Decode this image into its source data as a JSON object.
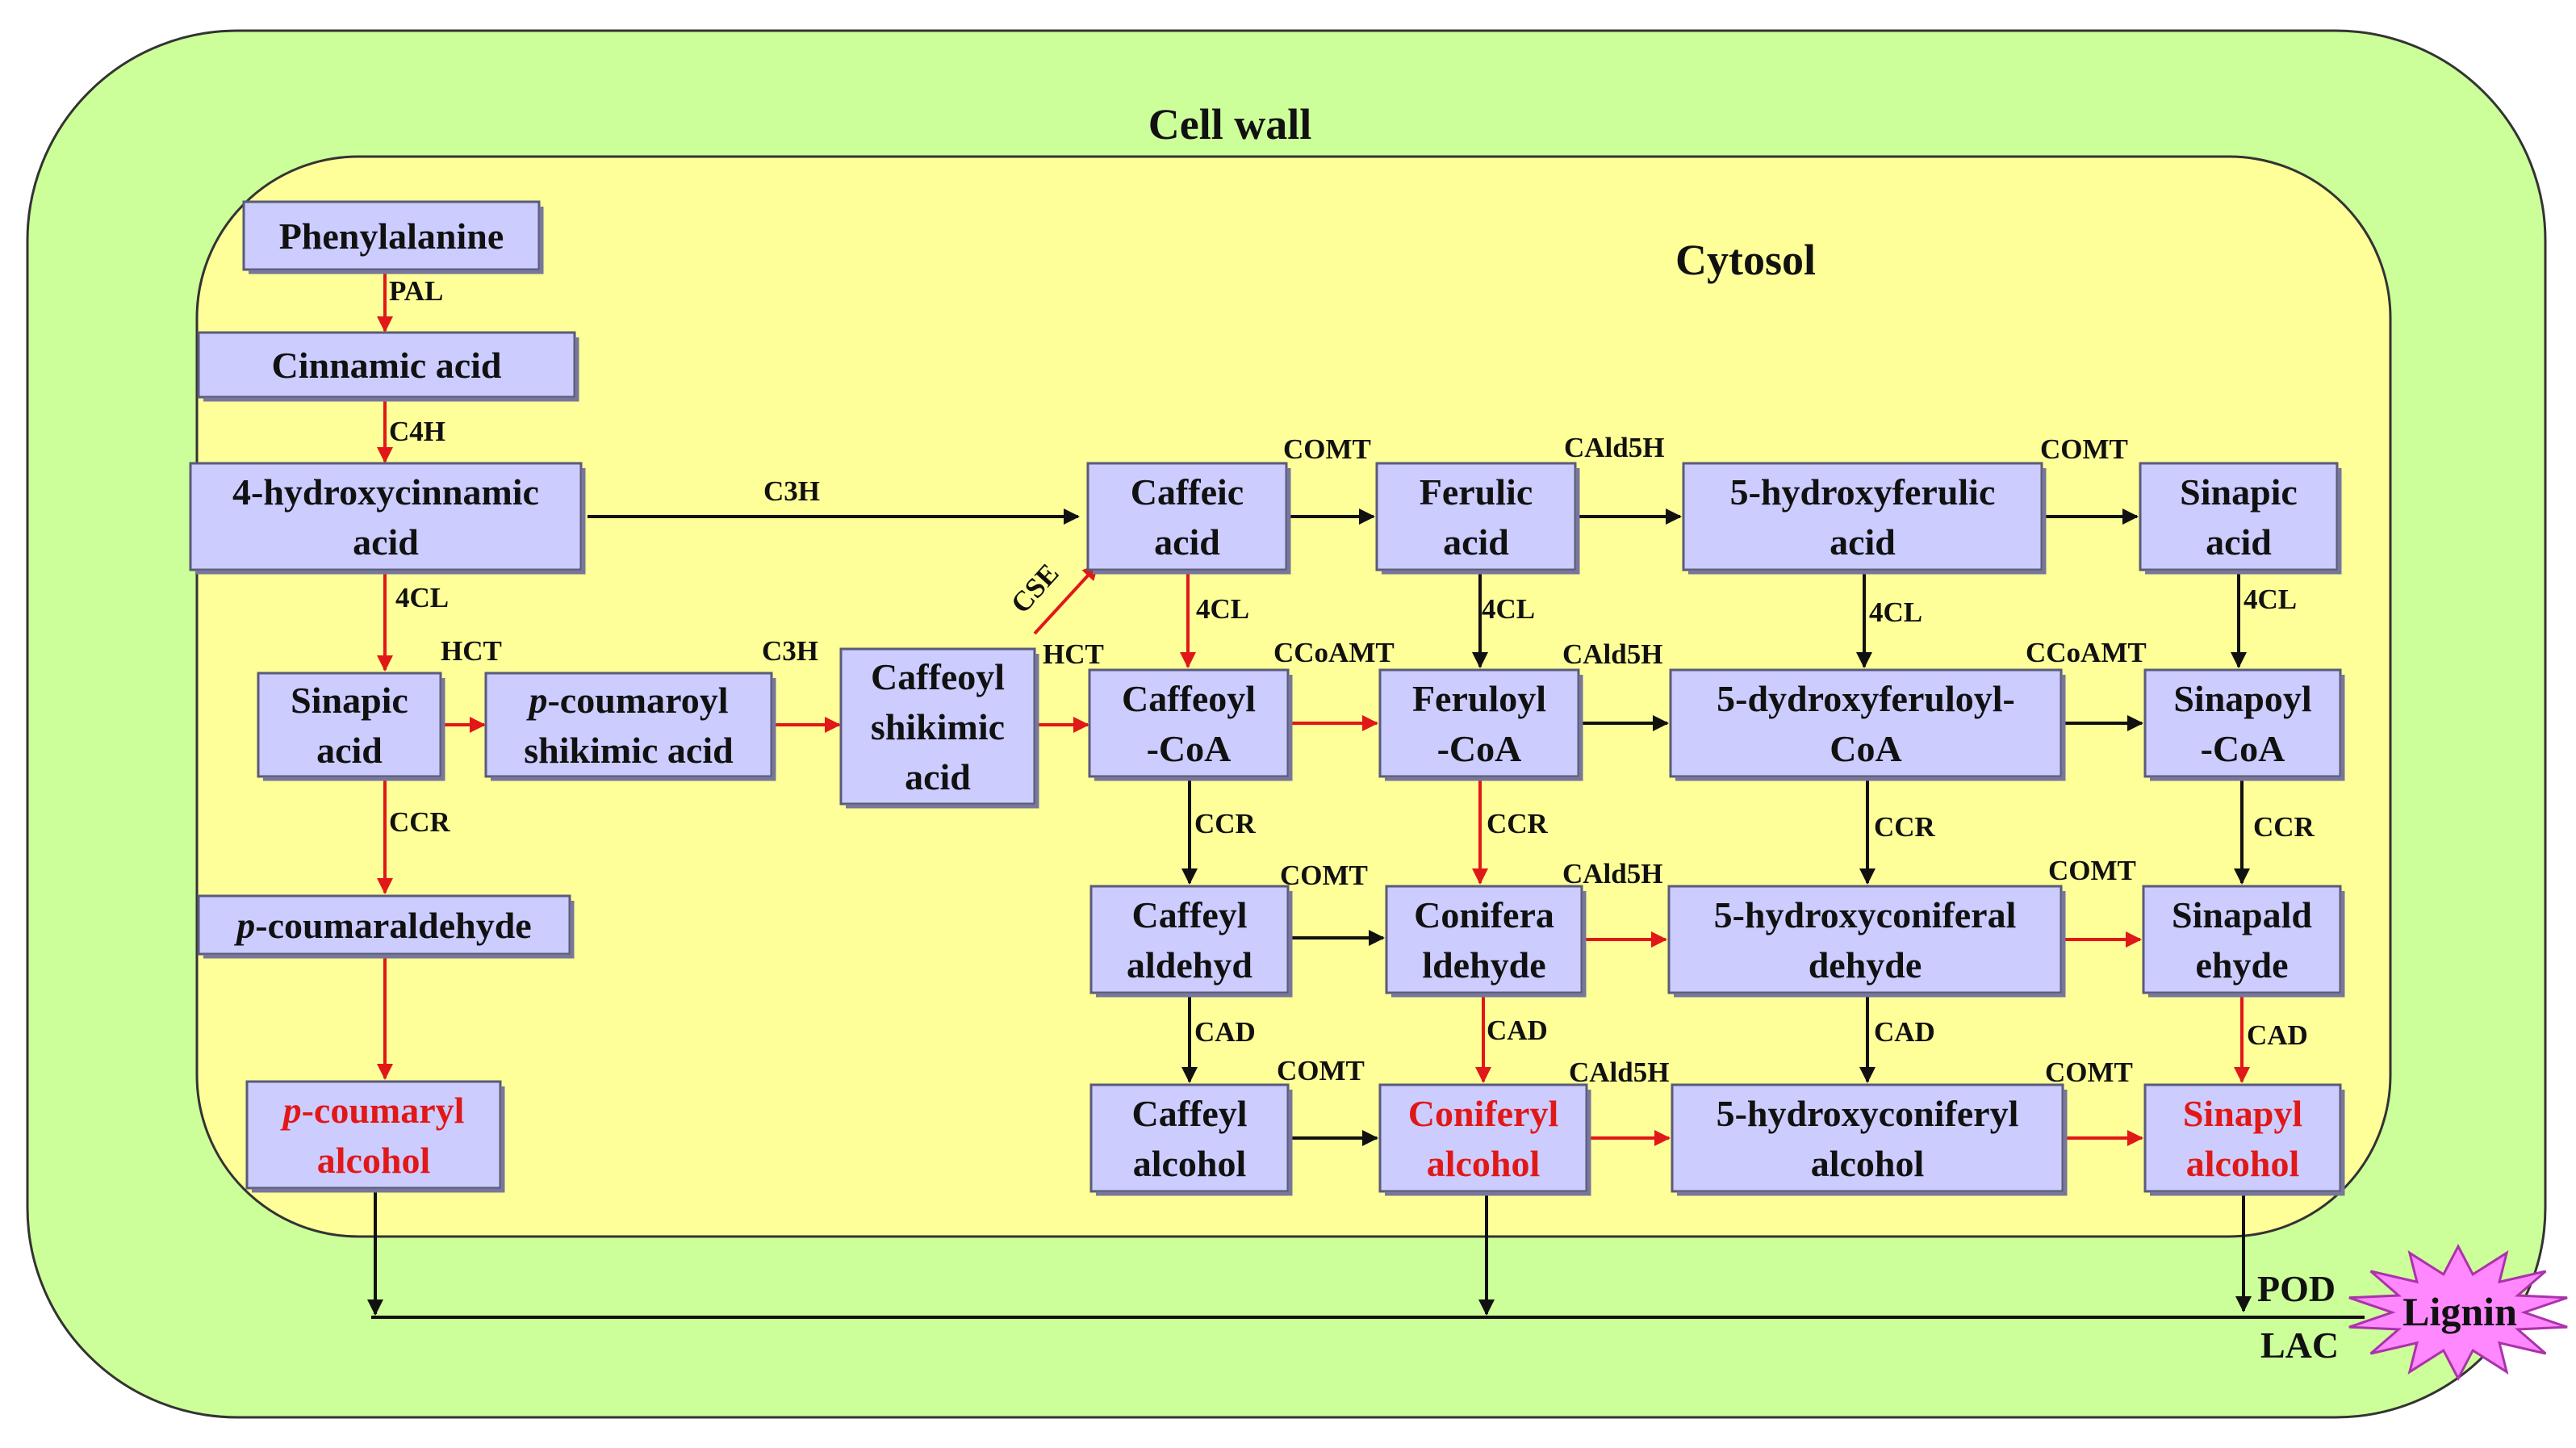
{
  "regions": {
    "cell_wall": "Cell wall",
    "cytosol": "Cytosol"
  },
  "colors": {
    "cell_wall_fill": "#ccff99",
    "cytosol_fill": "#ffff99",
    "box_fill": "#ccccff",
    "red_arrow": "#e01818",
    "black_arrow": "#111111",
    "lignin_fill": "#ff88ff"
  },
  "nodes": {
    "phenylalanine": [
      "Phenylalanine"
    ],
    "cinnamic_acid": [
      "Cinnamic acid"
    ],
    "hydroxycinnamic_acid": [
      "4-hydroxycinnamic",
      "acid"
    ],
    "sinapic_acid_left": [
      "Sinapic",
      "acid"
    ],
    "p_coumaroyl_shikimic_acid": [
      "p-coumaroyl",
      "shikimic acid"
    ],
    "caffeoyl_shikimic_acid": [
      "Caffeoyl",
      "shikimic",
      "acid"
    ],
    "p_coumaraldehyde": [
      "p-coumaraldehyde"
    ],
    "p_coumaryl_alcohol": [
      "p-coumaryl",
      "alcohol"
    ],
    "caffeic_acid": [
      "Caffeic",
      "acid"
    ],
    "ferulic_acid": [
      "Ferulic",
      "acid"
    ],
    "hydroxyferulic_acid": [
      "5-hydroxyferulic",
      "acid"
    ],
    "sinapic_acid_right": [
      "Sinapic",
      "acid"
    ],
    "caffeoyl_coa": [
      "Caffeoyl",
      "-CoA"
    ],
    "feruloyl_coa": [
      "Feruloyl",
      "-CoA"
    ],
    "dydroxyferuloyl_coa": [
      "5-dydroxyferuloyl-",
      "CoA"
    ],
    "sinapoyl_coa": [
      "Sinapoyl",
      "-CoA"
    ],
    "caffeyl_aldehyd": [
      "Caffeyl",
      "aldehyd"
    ],
    "coniferaldehyde": [
      "Conifera",
      "ldehyde"
    ],
    "hydroxyconiferaldehyde": [
      "5-hydroxyconiferal",
      "dehyde"
    ],
    "sinapaldehyde": [
      "Sinapald",
      "ehyde"
    ],
    "caffeyl_alcohol": [
      "Caffeyl",
      "alcohol"
    ],
    "coniferyl_alcohol": [
      "Coniferyl",
      "alcohol"
    ],
    "hydroxyconiferyl_alcohol": [
      "5-hydroxyconiferyl",
      "alcohol"
    ],
    "sinapyl_alcohol": [
      "Sinapyl",
      "alcohol"
    ]
  },
  "enzymes": {
    "pal": "PAL",
    "c4h": "C4H",
    "c3h_top": "C3H",
    "cl_left": "4CL",
    "hct_left": "HCT",
    "c3h_mid": "C3H",
    "hct_mid": "HCT",
    "cse": "CSE",
    "ccr_left": "CCR",
    "comt_1": "COMT",
    "cald5h_1": "CAld5H",
    "comt_2": "COMT",
    "cl_caffeic": "4CL",
    "cl_ferulic": "4CL",
    "cl_hydroxyferulic": "4CL",
    "cl_sinapic": "4CL",
    "ccoamt_1": "CCoAMT",
    "cald5h_2": "CAld5H",
    "ccoamt_2": "CCoAMT",
    "ccr_caffeoyl": "CCR",
    "ccr_feruloyl": "CCR",
    "ccr_hydroxyferuloyl": "CCR",
    "ccr_sinapoyl": "CCR",
    "comt_3": "COMT",
    "cald5h_3": "CAld5H",
    "comt_4": "COMT",
    "cad_caffeyl": "CAD",
    "cad_conifer": "CAD",
    "cad_hydroxyconifer": "CAD",
    "cad_sinap": "CAD",
    "comt_5": "COMT",
    "cald5h_4": "CAld5H",
    "comt_6": "COMT"
  },
  "final": {
    "pod": "POD",
    "lac": "LAC",
    "lignin": "Lignin"
  }
}
